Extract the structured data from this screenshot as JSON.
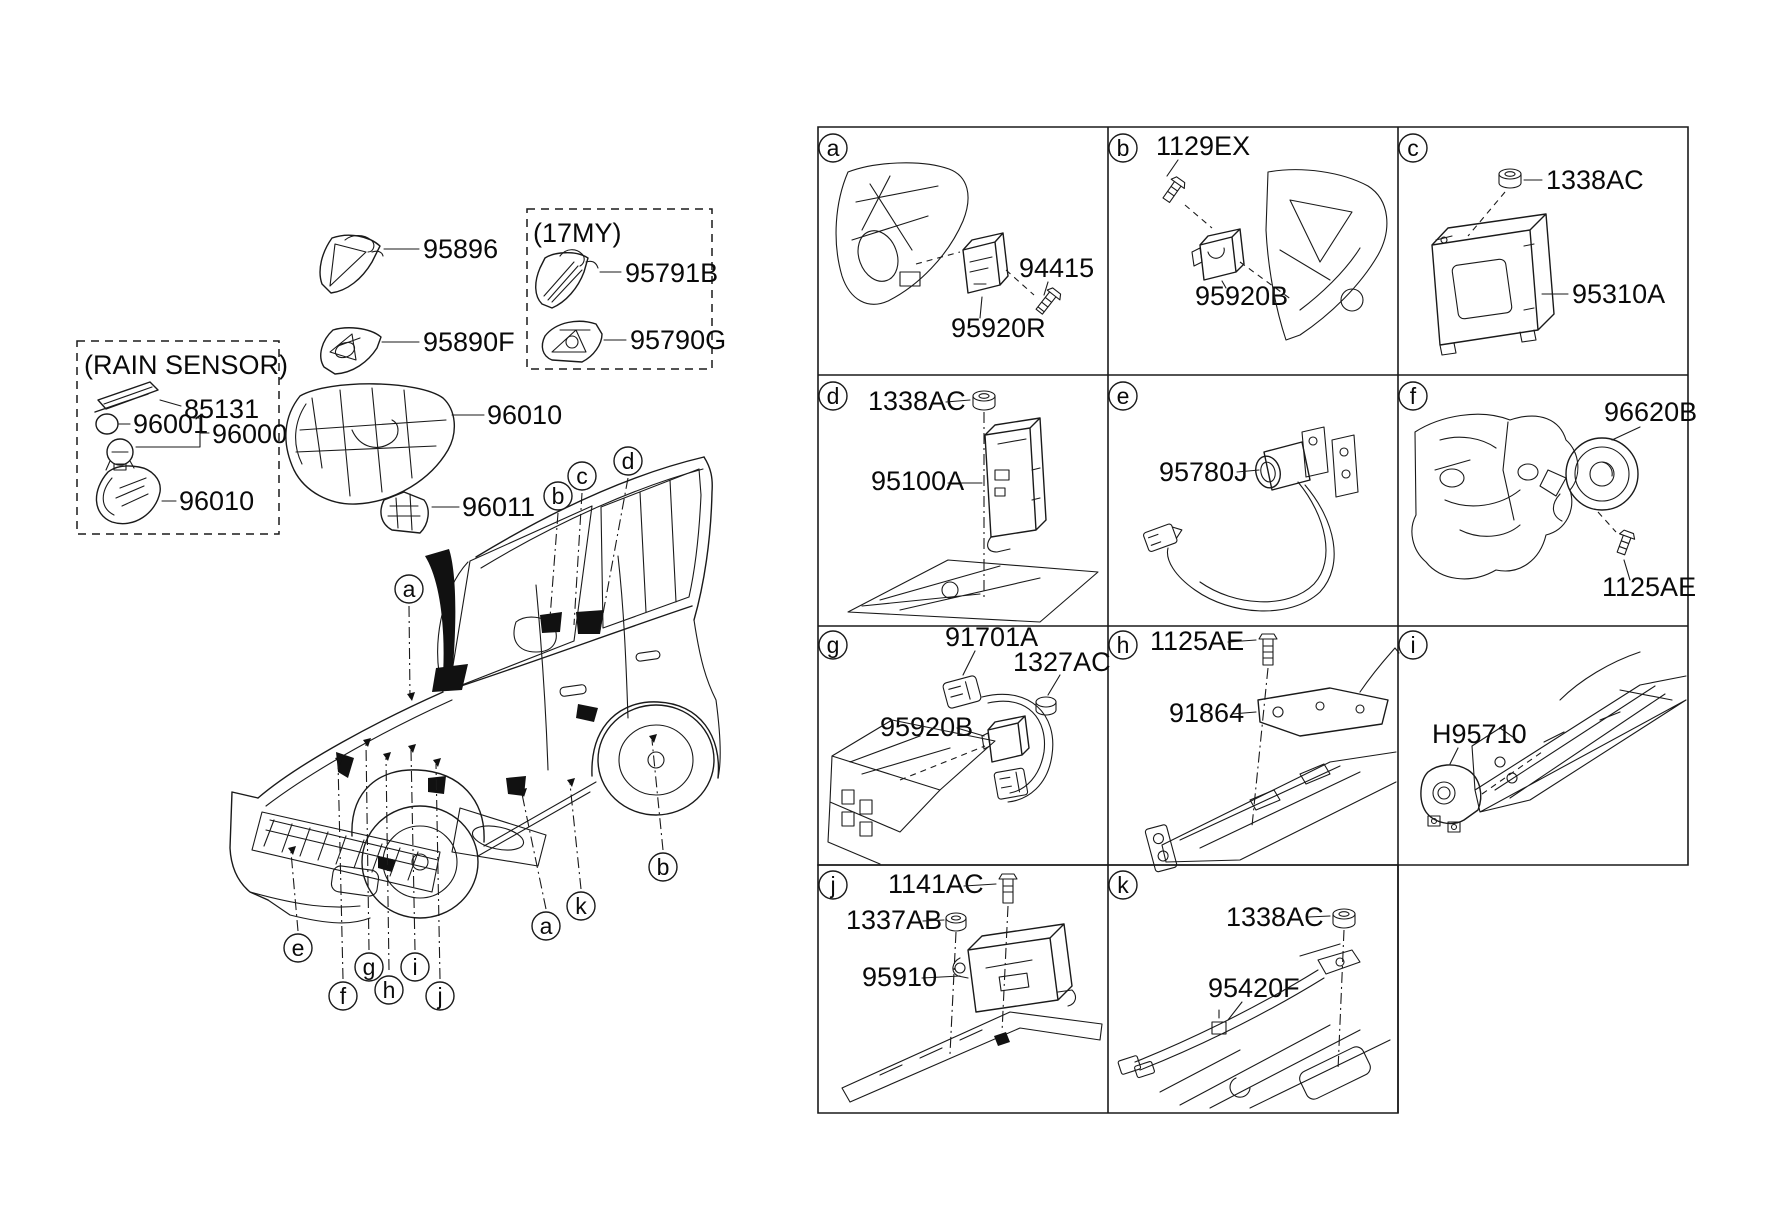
{
  "left_panel": {
    "labels": {
      "p95896": "95896",
      "p95890F": "95890F",
      "my17_title": "(17MY)",
      "p95791B": "95791B",
      "p95790G": "95790G",
      "rain_title": "(RAIN SENSOR)",
      "p85131": "85131",
      "p96001": "96001",
      "p96000": "96000",
      "p96010_rain": "96010",
      "p96010_console": "96010",
      "p96011": "96011"
    },
    "car_callouts": [
      "a",
      "b",
      "c",
      "d",
      "e",
      "f",
      "g",
      "h",
      "i",
      "j",
      "a",
      "k",
      "b"
    ]
  },
  "grid": {
    "cells": [
      {
        "letter": "a",
        "labels": [
          "95920R",
          "94415"
        ]
      },
      {
        "letter": "b",
        "labels": [
          "1129EX",
          "95920B"
        ]
      },
      {
        "letter": "c",
        "labels": [
          "1338AC",
          "95310A"
        ]
      },
      {
        "letter": "d",
        "labels": [
          "1338AC",
          "95100A"
        ]
      },
      {
        "letter": "e",
        "labels": [
          "95780J"
        ]
      },
      {
        "letter": "f",
        "labels": [
          "96620B",
          "1125AE"
        ]
      },
      {
        "letter": "g",
        "labels": [
          "91701A",
          "1327AC",
          "95920B"
        ]
      },
      {
        "letter": "h",
        "labels": [
          "1125AE",
          "91864"
        ]
      },
      {
        "letter": "i",
        "labels": [
          "H95710"
        ]
      },
      {
        "letter": "j",
        "labels": [
          "1141AC",
          "1337AB",
          "95910"
        ]
      },
      {
        "letter": "k",
        "labels": [
          "1338AC",
          "95420F"
        ]
      }
    ]
  },
  "colors": {
    "line": "#1a1a1a",
    "background": "#ffffff"
  }
}
